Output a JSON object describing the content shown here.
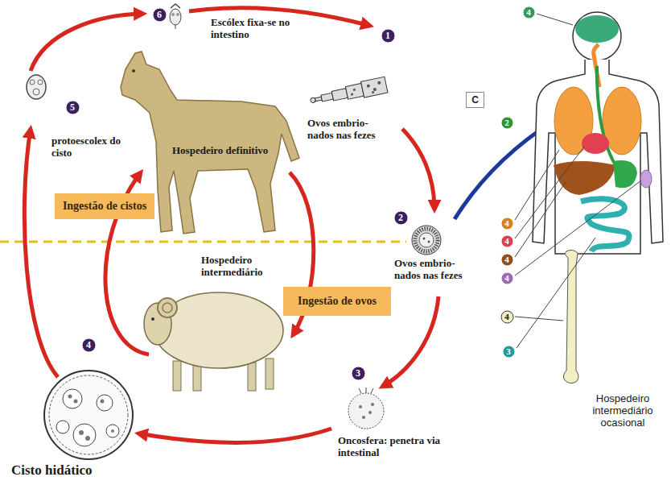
{
  "diagram": {
    "nodes": [
      {
        "text": [
          "6"
        ]
      },
      {
        "text": [
          "4"
        ]
      },
      {
        "text": [
          "1"
        ]
      },
      {
        "text": [
          "C"
        ]
      },
      {
        "text": [
          "5"
        ]
      },
      {
        "text": [
          "2"
        ]
      },
      {
        "text": [
          "Ingestão de cistos"
        ]
      },
      {
        "text": [
          "2"
        ]
      },
      {
        "text": [
          "4"
        ]
      },
      {
        "text": [
          "4"
        ]
      },
      {
        "text": [
          "4"
        ]
      },
      {
        "text": [
          "4"
        ]
      },
      {
        "text": [
          "Ingestão de ovos"
        ]
      },
      {
        "text": [
          "4"
        ]
      },
      {
        "text": [
          "4"
        ]
      },
      {
        "text": [
          "3"
        ]
      },
      {
        "text": [
          "3"
        ]
      }
    ],
    "labels": [
      "Escólex fixa-se no intestino",
      "Ovos embrio- nados nas fezes",
      "protoescolex do cisto",
      "Hospedeiro definitivo",
      "Hospedeiro intermediário",
      "Ovos embrio- nados nas fezes",
      "Oncosfera: penetra via intestinal",
      "Cisto hidático",
      "Hospedeiro intermediário ocasional"
    ]
  }
}
